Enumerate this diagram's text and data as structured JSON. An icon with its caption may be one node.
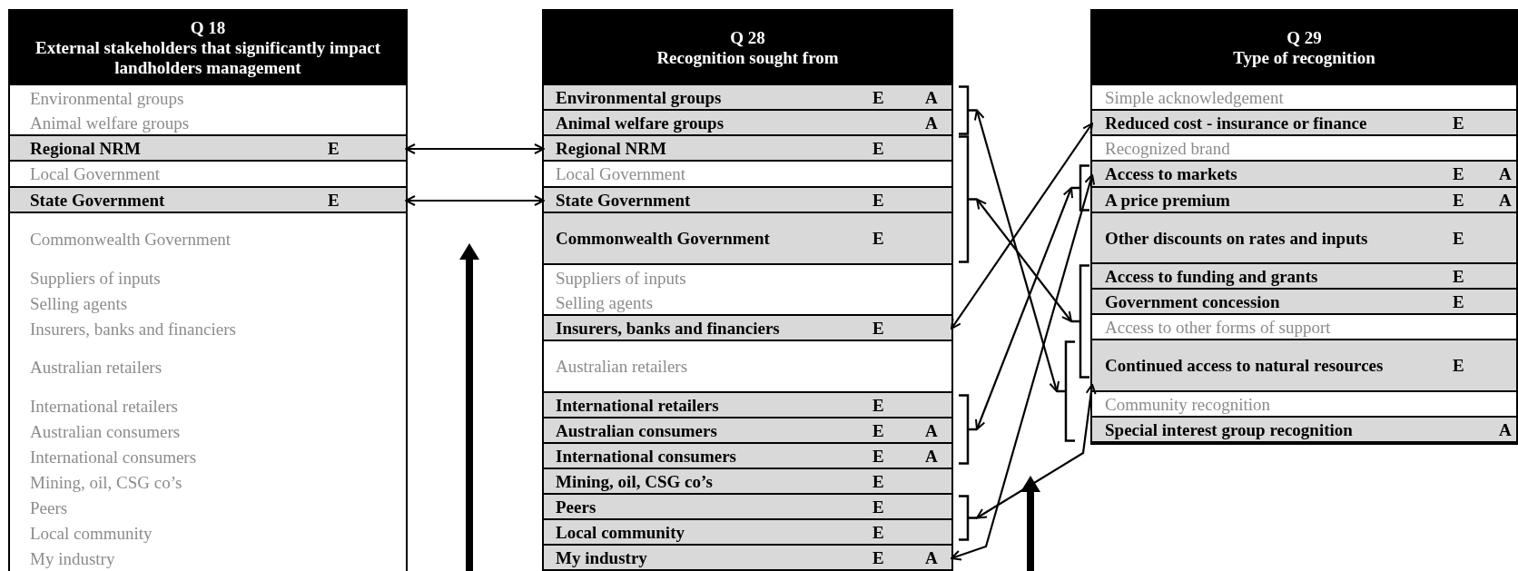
{
  "diagram": {
    "nodes": [
      {
        "text": [
          "Q 18",
          "External stakeholders that significantly impact landholders management"
        ]
      },
      {
        "text": [
          "Environmental groups"
        ],
        "in": 0
      },
      {
        "text": [
          "Animal welfare groups"
        ],
        "in": 0
      },
      {
        "text": [
          "Regional NRM",
          "E"
        ],
        "in": 0
      },
      {
        "text": [
          "Local Government"
        ],
        "in": 0
      },
      {
        "text": [
          "State Government",
          "E"
        ],
        "in": 0
      },
      {
        "text": [
          "Commonwealth Government"
        ],
        "in": 0
      },
      {
        "text": [
          "Suppliers of inputs"
        ],
        "in": 0
      },
      {
        "text": [
          "Selling agents"
        ],
        "in": 0
      },
      {
        "text": [
          "Insurers, banks and financiers"
        ],
        "in": 0
      },
      {
        "text": [
          "Australian retailers"
        ],
        "in": 0
      },
      {
        "text": [
          "International retailers"
        ],
        "in": 0
      },
      {
        "text": [
          "Australian consumers"
        ],
        "in": 0
      },
      {
        "text": [
          "International consumers"
        ],
        "in": 0
      },
      {
        "text": [
          "Mining, oil, CSG co’s"
        ],
        "in": 0
      },
      {
        "text": [
          "Peers"
        ],
        "in": 0
      },
      {
        "text": [
          "Local community"
        ],
        "in": 0
      },
      {
        "text": [
          "My industry"
        ],
        "in": 0
      },
      {
        "text": [
          "Q 28",
          "Recognition sought from"
        ]
      },
      {
        "text": [
          "Environmental groups",
          "E",
          "A"
        ],
        "in": 18
      },
      {
        "text": [
          "Animal welfare groups",
          "A"
        ],
        "in": 18
      },
      {
        "text": [
          "Regional NRM",
          "E"
        ],
        "in": 18
      },
      {
        "text": [
          "Local Government"
        ],
        "in": 18
      },
      {
        "text": [
          "State Government",
          "E"
        ],
        "in": 18
      },
      {
        "text": [
          "Commonwealth Government",
          "E"
        ],
        "in": 18
      },
      {
        "text": [
          "Suppliers of inputs"
        ],
        "in": 18
      },
      {
        "text": [
          "Selling agents"
        ],
        "in": 18
      },
      {
        "text": [
          "Insurers, banks and financiers",
          "E"
        ],
        "in": 18
      },
      {
        "text": [
          "Australian retailers"
        ],
        "in": 18
      },
      {
        "text": [
          "International retailers",
          "E"
        ],
        "in": 18
      },
      {
        "text": [
          "Australian consumers",
          "E",
          "A"
        ],
        "in": 18
      },
      {
        "text": [
          "International consumers",
          "E",
          "A"
        ],
        "in": 18
      },
      {
        "text": [
          "Mining, oil, CSG co’s",
          "E"
        ],
        "in": 18
      },
      {
        "text": [
          "Peers",
          "E"
        ],
        "in": 18
      },
      {
        "text": [
          "Local community",
          "E"
        ],
        "in": 18
      },
      {
        "text": [
          "My industry",
          "E",
          "A"
        ],
        "in": 18
      },
      {
        "text": [
          "Q 29",
          "Type of recognition"
        ]
      },
      {
        "text": [
          "Simple acknowledgement"
        ],
        "in": 36
      },
      {
        "text": [
          "Reduced cost - insurance or finance",
          "E"
        ],
        "in": 36
      },
      {
        "text": [
          "Recognized brand"
        ],
        "in": 36
      },
      {
        "text": [
          "Access to markets",
          "E",
          "A"
        ],
        "in": 36
      },
      {
        "text": [
          "A price premium",
          "E",
          "A"
        ],
        "in": 36
      },
      {
        "text": [
          "Other discounts on rates and inputs",
          "E"
        ],
        "in": 36
      },
      {
        "text": [
          "Access to funding and grants",
          "E"
        ],
        "in": 36
      },
      {
        "text": [
          "Government concession",
          "E"
        ],
        "in": 36
      },
      {
        "text": [
          "Access to other forms of support"
        ],
        "in": 36
      },
      {
        "text": [
          "Continued access to natural resources",
          "E"
        ],
        "in": 36
      },
      {
        "text": [
          "Community recognition"
        ],
        "in": 36
      },
      {
        "text": [
          "Special interest group recognition",
          "A"
        ],
        "in": 36
      },
      {
        "text": [],
        "shape": "bracket"
      },
      {
        "text": [],
        "shape": "bracket"
      },
      {
        "text": [],
        "shape": "bracket"
      },
      {
        "text": [],
        "shape": "bracket"
      },
      {
        "text": [],
        "shape": "bracket"
      },
      {
        "text": [],
        "shape": "bracket"
      },
      {
        "text": [],
        "shape": "bracket"
      }
    ],
    "edges": [
      {
        "from": 3,
        "to": 21,
        "arrow": "both"
      },
      {
        "from": 5,
        "to": 23,
        "arrow": "both"
      },
      {
        "from": 49,
        "to": 55,
        "arrow": "both"
      },
      {
        "from": 50,
        "to": 54,
        "arrow": "both"
      },
      {
        "from": 27,
        "to": 38,
        "arrow": "both"
      },
      {
        "from": 51,
        "to": 53,
        "arrow": "both"
      },
      {
        "from": 35,
        "to": 40,
        "arrow": "both"
      },
      {
        "from": 52,
        "to": 46,
        "arrow": "both"
      }
    ]
  }
}
